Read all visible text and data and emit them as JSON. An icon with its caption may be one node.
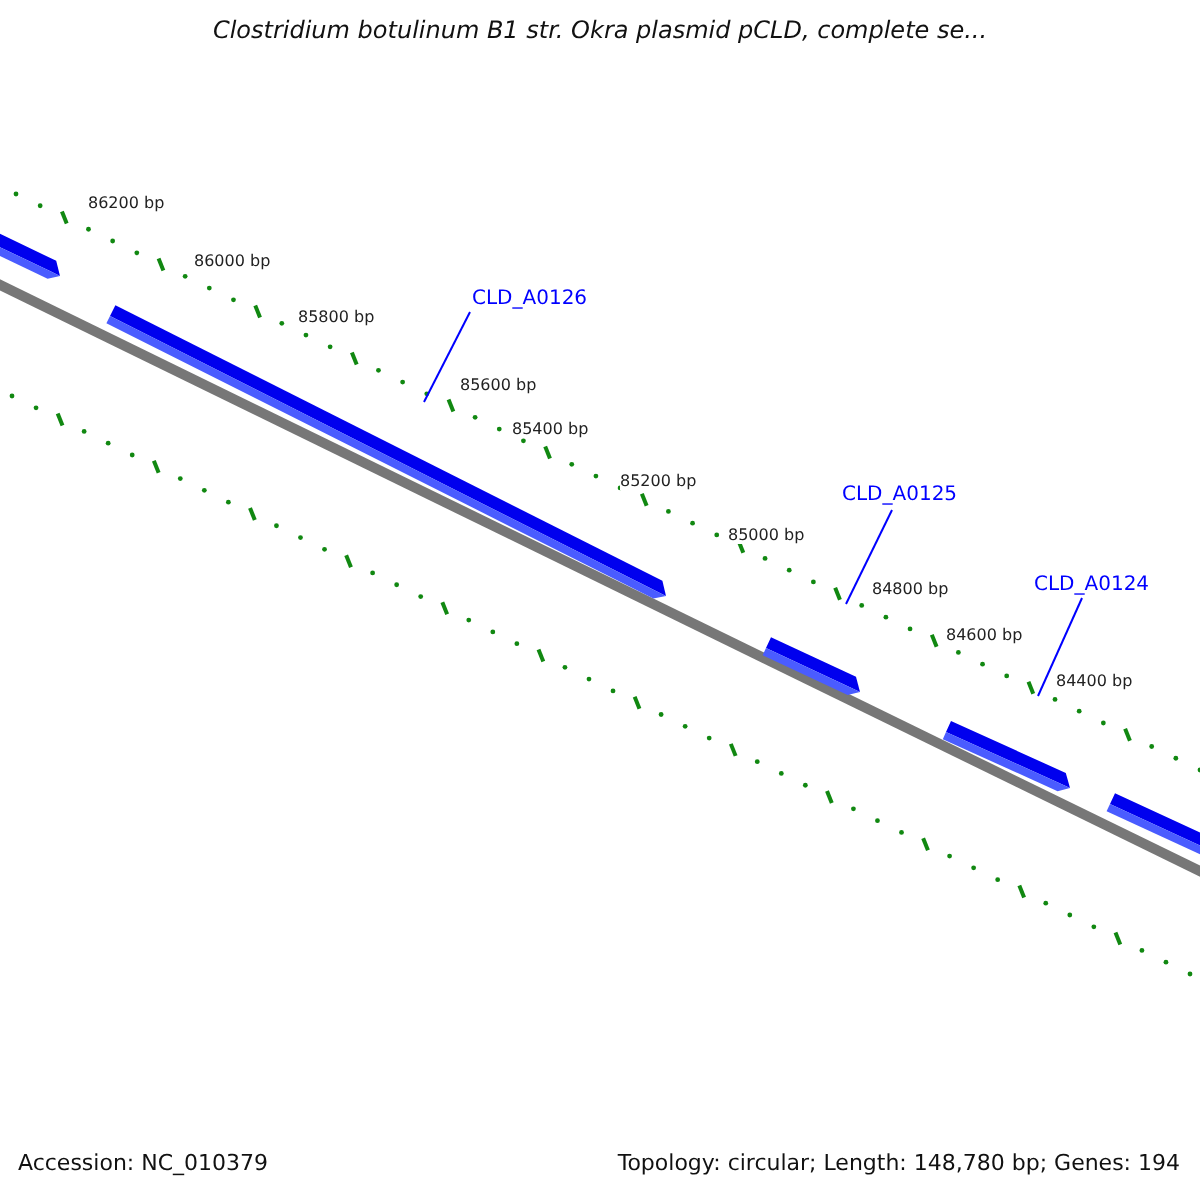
{
  "diagram": {
    "title": "Clostridium botulinum B1 str. Okra plasmid pCLD, complete se...",
    "nodes": [
      {
        "text": [
          "CLD_A0126"
        ]
      },
      {
        "text": [
          "CLD_A0125"
        ]
      },
      {
        "text": [
          "CLD_A0124"
        ]
      }
    ],
    "edges": [
      {
        "from": 0,
        "to": null,
        "arrow": "none"
      },
      {
        "from": 1,
        "to": null,
        "arrow": "none"
      },
      {
        "from": 2,
        "to": null,
        "arrow": "none"
      }
    ],
    "labels": [
      "86200 bp",
      "86000 bp",
      "85800 bp",
      "85600 bp",
      "85400 bp",
      "85200 bp",
      "85000 bp",
      "84800 bp",
      "84600 bp",
      "84400 bp",
      "Accession: NC_010379",
      "Topology: circular; Length: 148,780 bp; Genes: 194"
    ]
  }
}
